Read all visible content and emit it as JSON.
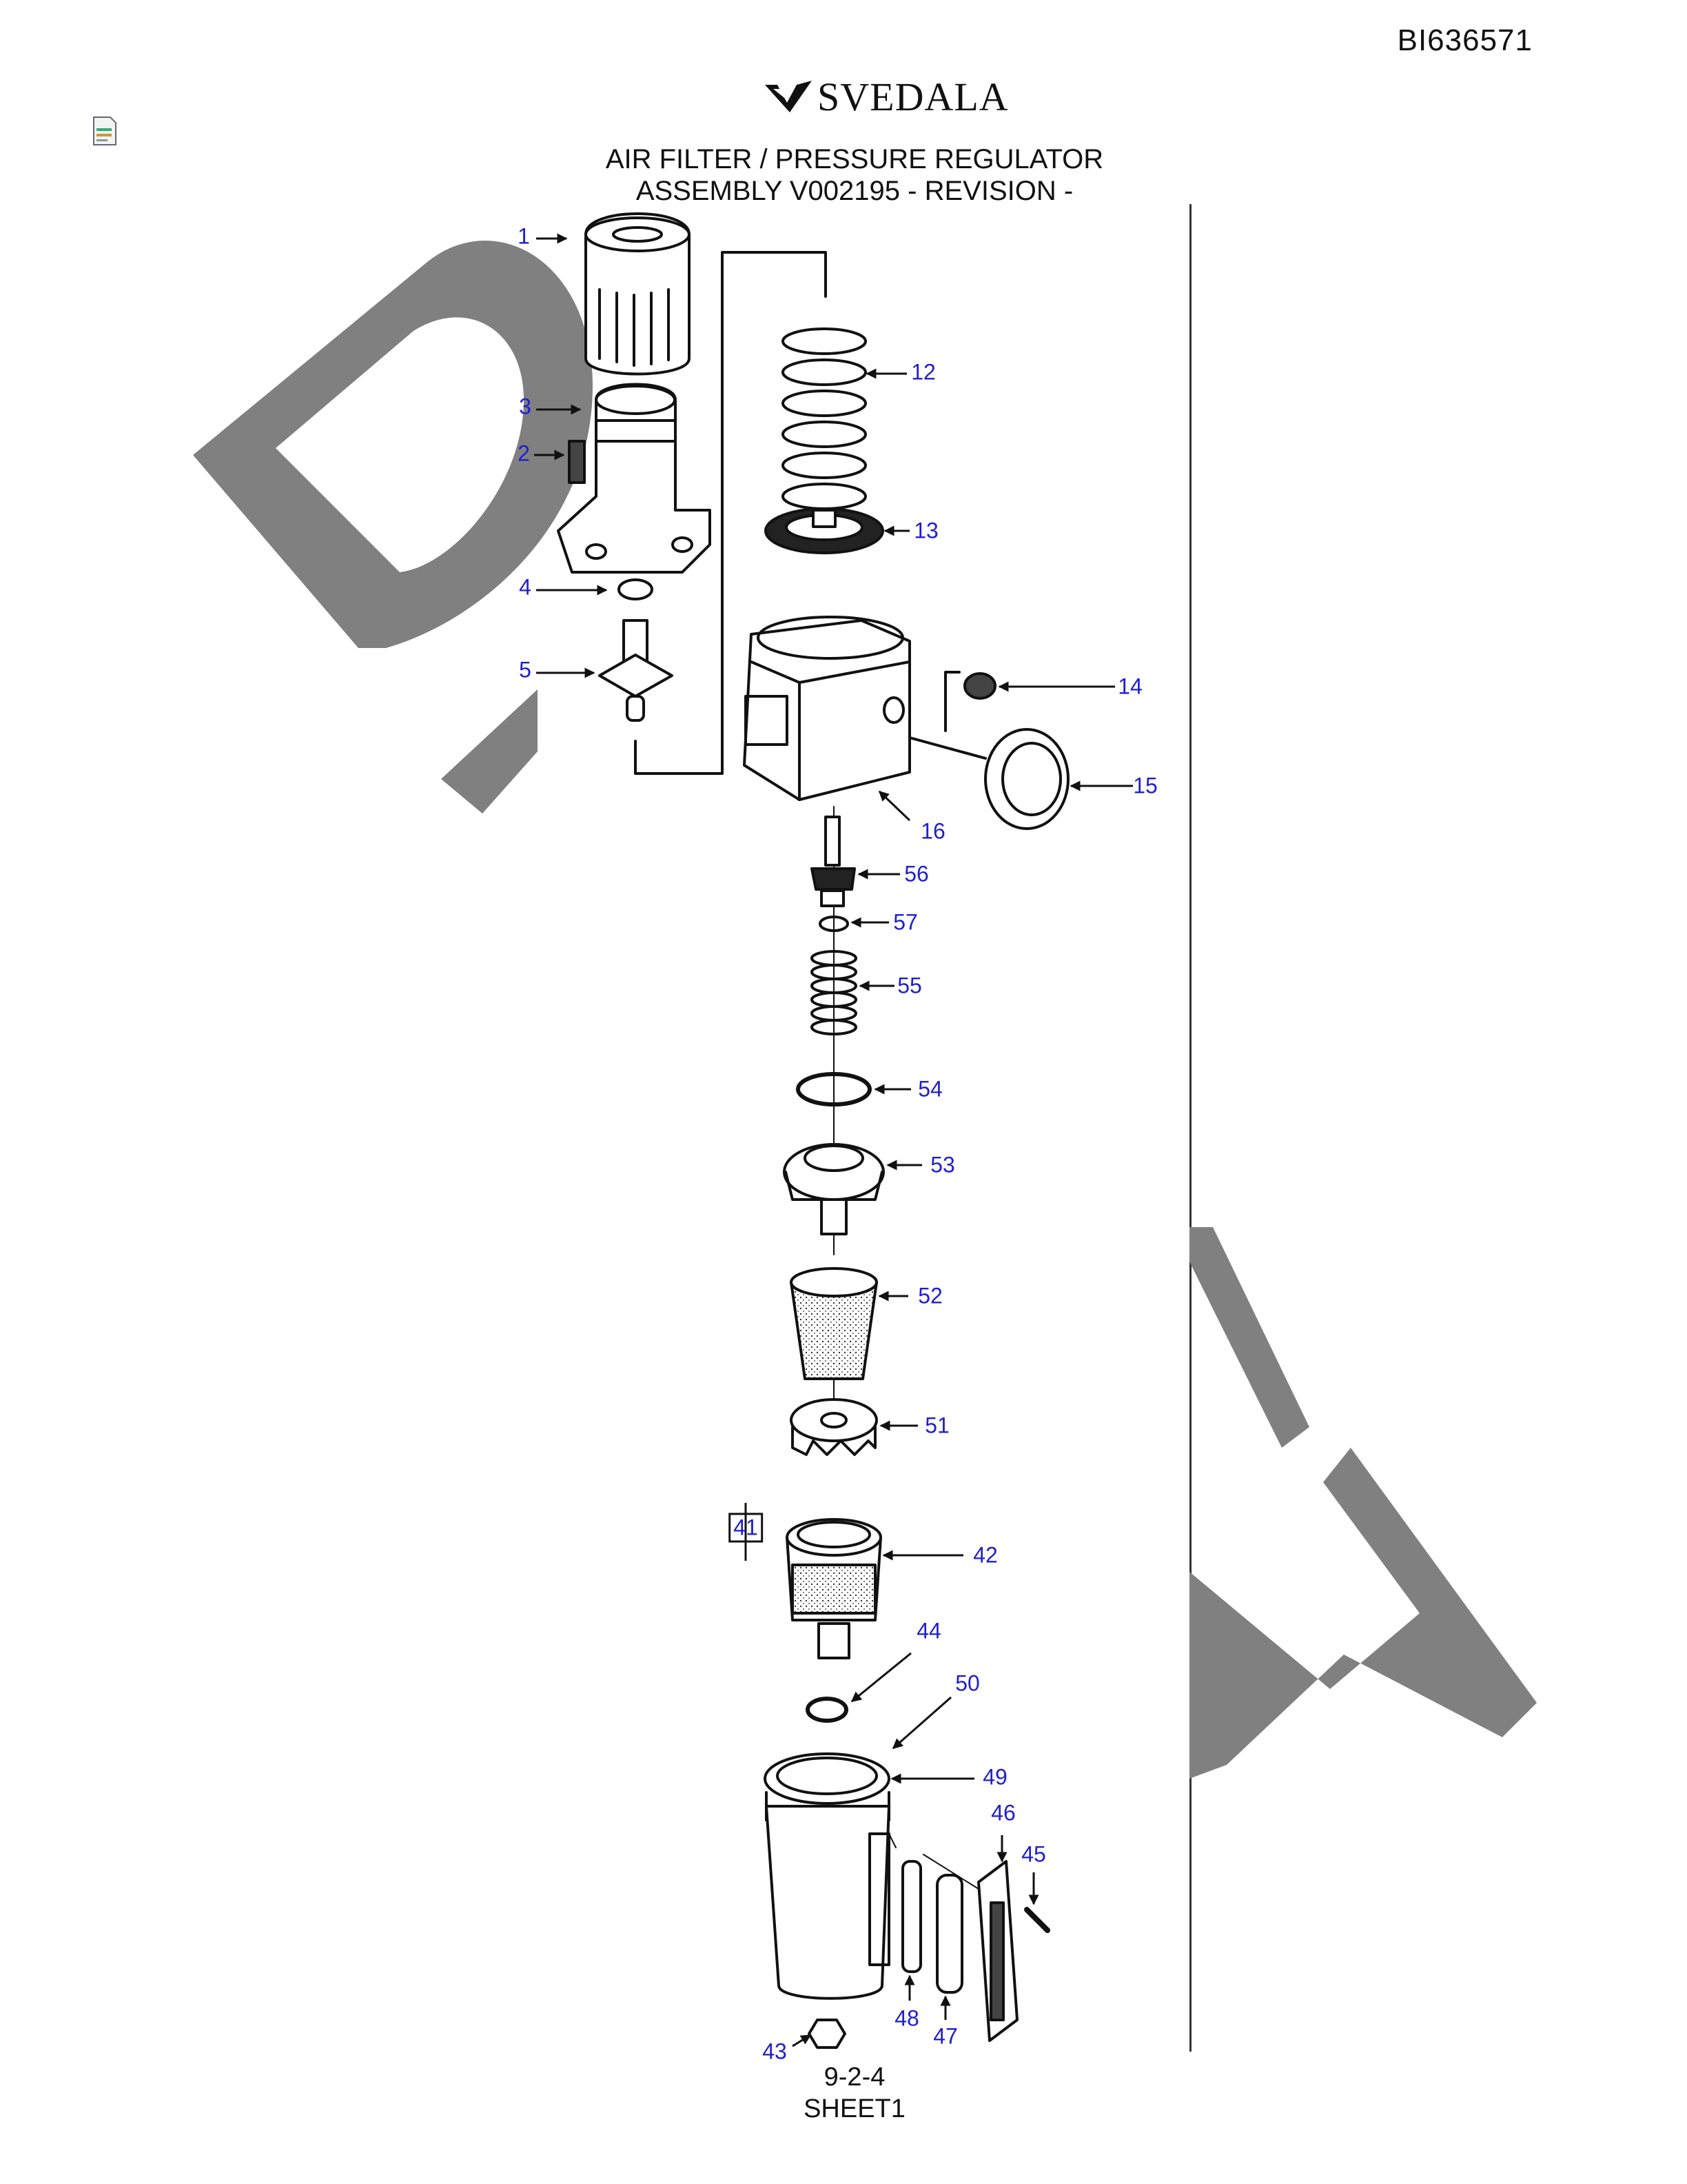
{
  "header": {
    "doc_number": "BI636571",
    "logo_text": "SVEDALA",
    "title_line1": "AIR FILTER / PRESSURE REGULATOR",
    "title_line2": "ASSEMBLY V002195 - REVISION -"
  },
  "footer": {
    "line1": "9-2-4",
    "line2": "SHEET1"
  },
  "watermark": {
    "text": "DRAFT",
    "color": "#808080"
  },
  "callouts": [
    {
      "label": "1"
    },
    {
      "label": "3"
    },
    {
      "label": "2"
    },
    {
      "label": "4"
    },
    {
      "label": "5"
    },
    {
      "label": "12"
    },
    {
      "label": "13"
    },
    {
      "label": "14"
    },
    {
      "label": "15"
    },
    {
      "label": "16"
    },
    {
      "label": "56"
    },
    {
      "label": "57"
    },
    {
      "label": "55"
    },
    {
      "label": "54"
    },
    {
      "label": "53"
    },
    {
      "label": "52"
    },
    {
      "label": "51"
    },
    {
      "label": "41"
    },
    {
      "label": "42"
    },
    {
      "label": "44"
    },
    {
      "label": "50"
    },
    {
      "label": "49"
    },
    {
      "label": "46"
    },
    {
      "label": "45"
    },
    {
      "label": "48"
    },
    {
      "label": "47"
    },
    {
      "label": "43"
    }
  ],
  "colors": {
    "callout": "#1f1fd0",
    "line": "#111111"
  }
}
